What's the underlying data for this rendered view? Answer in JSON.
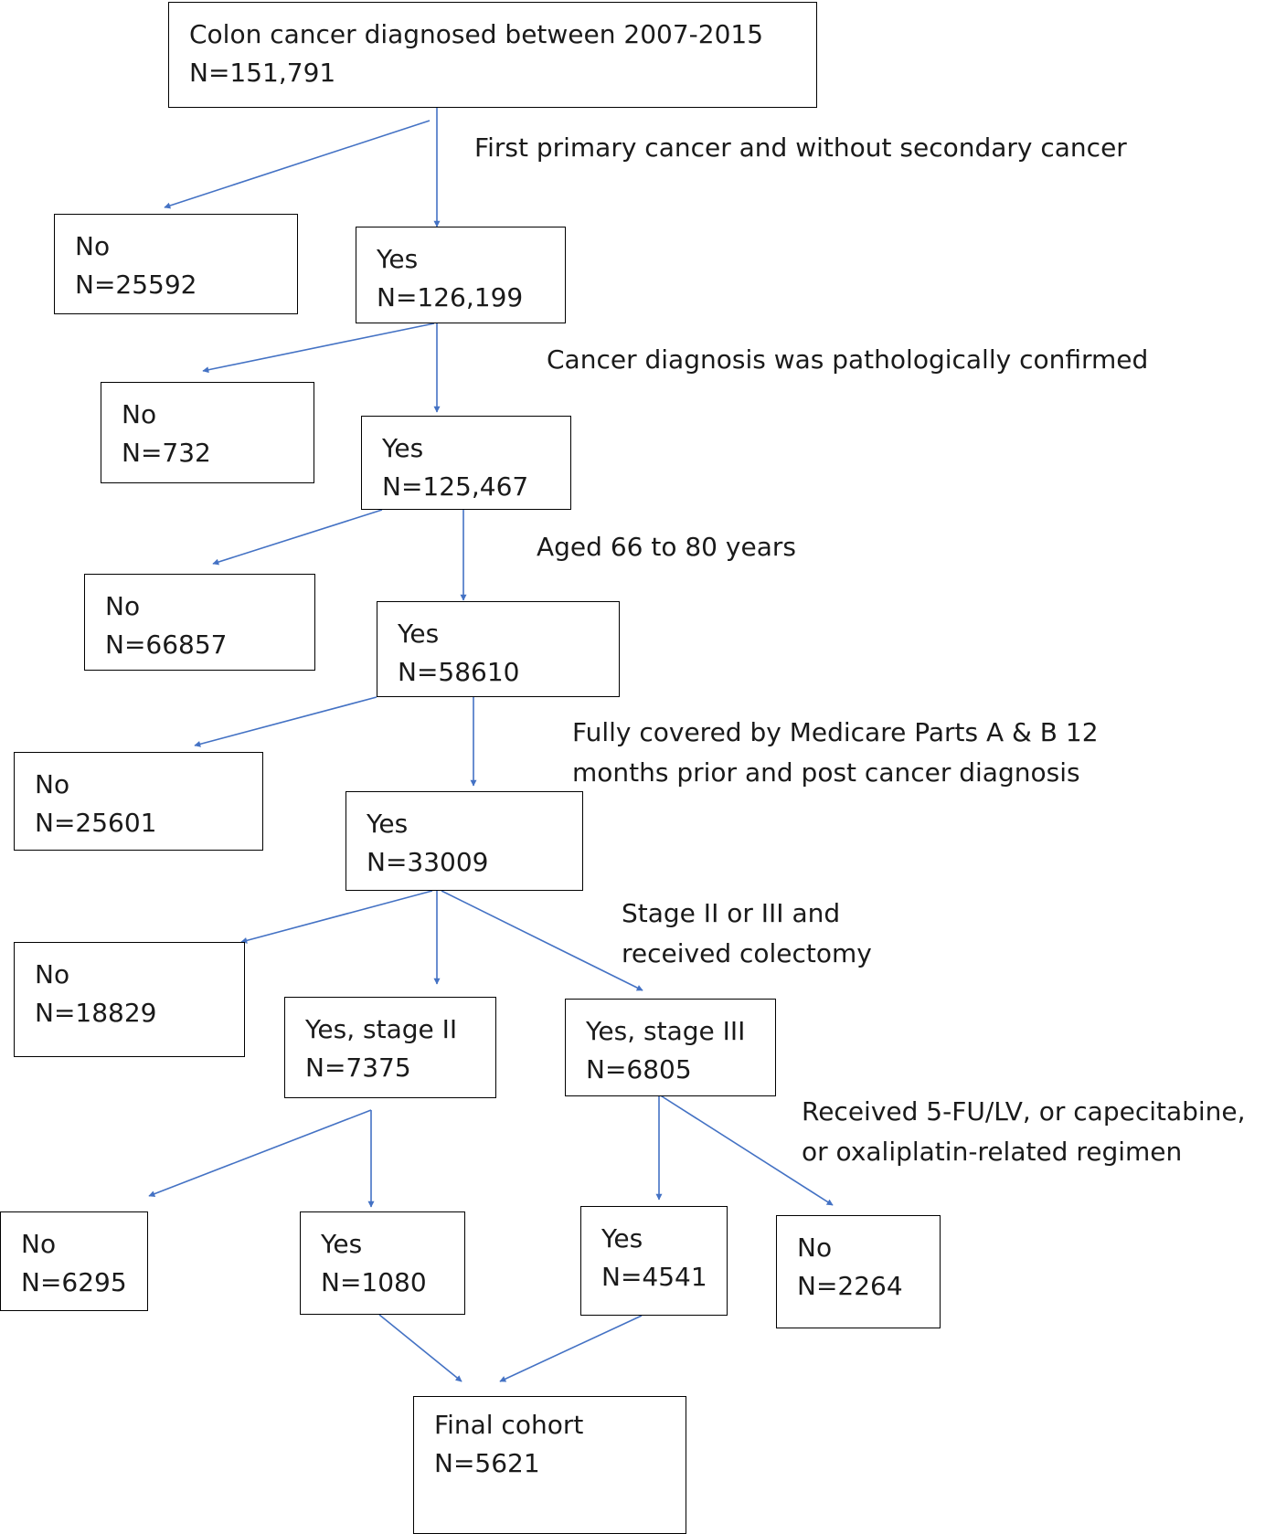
{
  "top": {
    "line1": "Colon cancer diagnosed between 2007-2015",
    "line2": "N=151,791"
  },
  "criteria": {
    "c1": "First primary cancer and without secondary cancer",
    "c2": "Cancer diagnosis was pathologically confirmed",
    "c3": "Aged 66 to 80 years",
    "c4_line1": "Fully covered by Medicare Parts A & B 12",
    "c4_line2": "months prior and post cancer diagnosis",
    "c5_line1": "Stage II or III and",
    "c5_line2": "received colectomy",
    "c6_line1": "Received 5-FU/LV, or capecitabine,",
    "c6_line2": "or oxaliplatin-related regimen"
  },
  "boxes": {
    "no1": {
      "label": "No",
      "n": "N=25592"
    },
    "yes1": {
      "label": "Yes",
      "n": "N=126,199"
    },
    "no2": {
      "label": "No",
      "n": "N=732"
    },
    "yes2": {
      "label": "Yes",
      "n": "N=125,467"
    },
    "no3": {
      "label": "No",
      "n": "N=66857"
    },
    "yes3": {
      "label": "Yes",
      "n": "N=58610"
    },
    "no4": {
      "label": "No",
      "n": "N=25601"
    },
    "yes4": {
      "label": "Yes",
      "n": "N=33009"
    },
    "no5": {
      "label": "No",
      "n": "N=18829"
    },
    "stage2": {
      "label": "Yes, stage II",
      "n": "N=7375"
    },
    "stage3": {
      "label": "Yes, stage III",
      "n": "N=6805"
    },
    "no6": {
      "label": "No",
      "n": "N=6295"
    },
    "yes6": {
      "label": "Yes",
      "n": "N=1080"
    },
    "yes7": {
      "label": "Yes",
      "n": "N=4541"
    },
    "no7": {
      "label": "No",
      "n": "N=2264"
    },
    "final": {
      "label": "Final cohort",
      "n": "N=5621"
    }
  },
  "colors": {
    "arrow": "#4472c4",
    "border": "#000000"
  }
}
